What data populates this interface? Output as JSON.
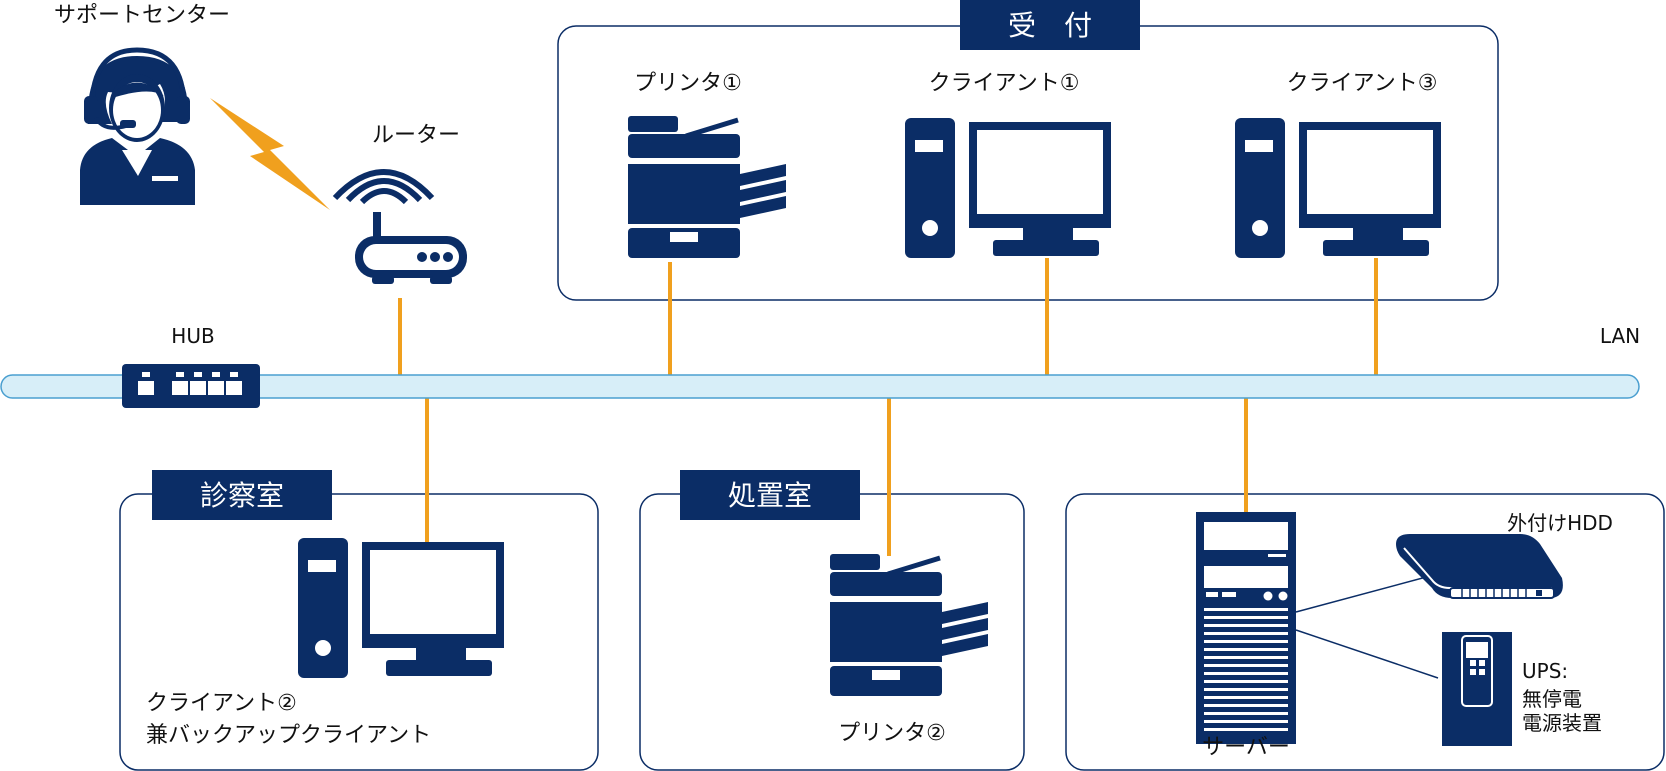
{
  "colors": {
    "navy": "#0b2d66",
    "orange": "#f0a01e",
    "lan": "#d7eef8",
    "lan_border": "#4a9fd0",
    "room_border": "#0b2d66"
  },
  "support_center": {
    "label": "サポートセンター",
    "icon": "operator-headset-icon"
  },
  "router": {
    "label": "ルーター",
    "icon": "wifi-router-icon"
  },
  "hub": {
    "label": "HUB",
    "icon": "network-hub-icon"
  },
  "lan": {
    "label": "LAN"
  },
  "rooms": {
    "reception": {
      "title": "受　付",
      "devices": {
        "printer1": "プリンタ①",
        "client1": "クライアント①",
        "client3": "クライアント③"
      }
    },
    "exam": {
      "title": "診察室",
      "client2_line1": "クライアント②",
      "client2_line2": "兼バックアップクライアント"
    },
    "treatment": {
      "title": "処置室",
      "printer2": "プリンタ②"
    },
    "server_room": {
      "server": "サーバー",
      "hdd": "外付けHDD",
      "ups_line1": "UPS:",
      "ups_line2": "無停電",
      "ups_line3": "電源装置"
    }
  }
}
